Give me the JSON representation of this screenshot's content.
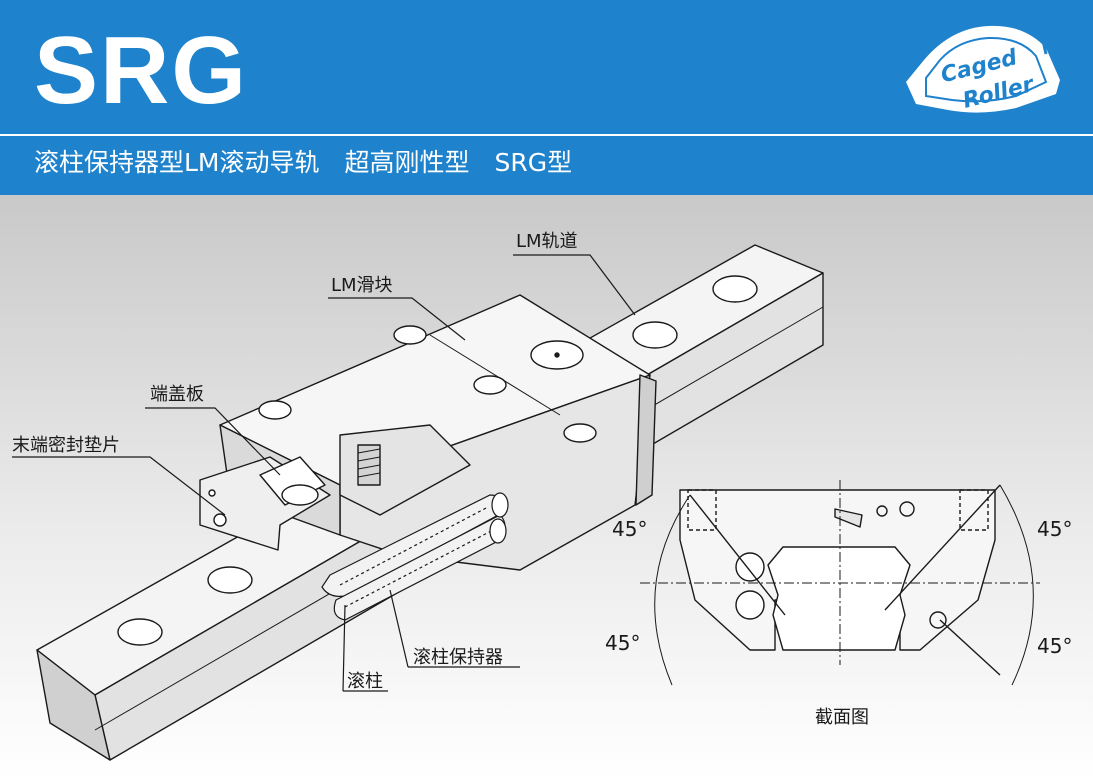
{
  "header": {
    "title": "SRG",
    "subtitle": "滚柱保持器型LM滚动导轨　超高刚性型　SRG型",
    "logo_line1": "Caged",
    "logo_line2": "Roller"
  },
  "labels": {
    "lm_rail": "LM轨道",
    "lm_block": "LM滑块",
    "end_plate": "端盖板",
    "end_seal": "末端密封垫片",
    "roller_cage": "滚柱保持器",
    "roller": "滚柱",
    "cross_section": "截面图"
  },
  "angles": [
    "45°",
    "45°",
    "45°",
    "45°"
  ],
  "colors": {
    "header_bg": "#1f82cc",
    "header_text": "#ffffff",
    "line": "#1a1a1a"
  },
  "icons": {
    "logo": "caged-roller-logo"
  }
}
